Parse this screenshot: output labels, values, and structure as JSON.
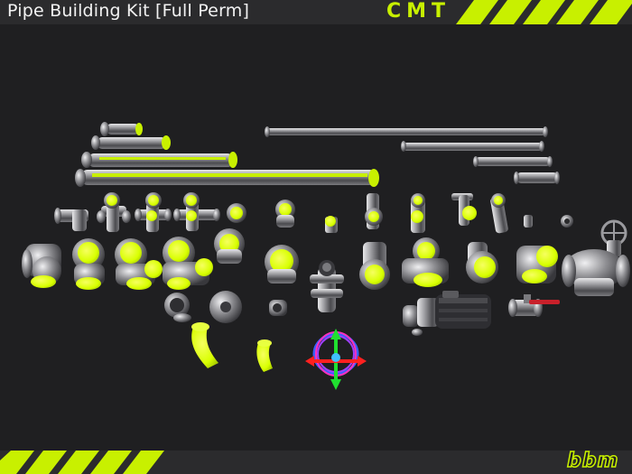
{
  "header": {
    "title": "Pipe Building Kit [Full Perm]",
    "brand": "CMT"
  },
  "footer": {
    "logo": "bbm"
  },
  "colors": {
    "accent": "#c8f000",
    "background": "#1f1f21",
    "bar": "#2b2b2d",
    "metal": "#9a9a9e"
  }
}
